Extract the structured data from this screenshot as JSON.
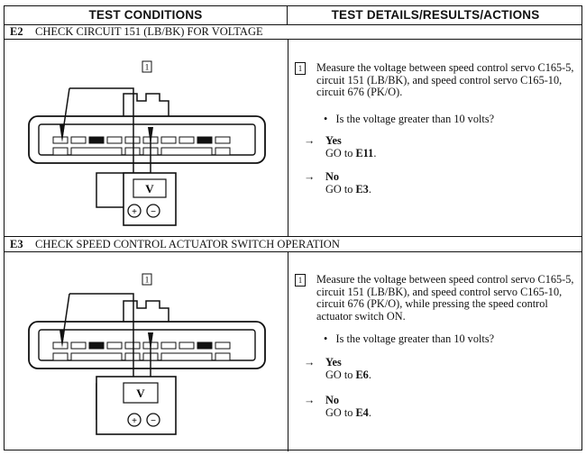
{
  "header": {
    "left": "TEST CONDITIONS",
    "right": "TEST DETAILS/RESULTS/ACTIONS"
  },
  "sections": [
    {
      "id": "E2",
      "title": "CHECK CIRCUIT 151 (LB/BK) FOR VOLTAGE",
      "step_number": "1",
      "meter_label": "V",
      "meter_plus": "+",
      "meter_minus": "−",
      "step_text": "Measure the voltage between speed control servo C165-5, circuit 151 (LB/BK), and speed control servo C165-10, circuit 676 (PK/O).",
      "question": "Is the voltage greater than 10 volts?",
      "bullet": "•",
      "arrow": "→",
      "yes_label": "Yes",
      "yes_action_prefix": "GO to ",
      "yes_target": "E11",
      "no_label": "No",
      "no_action_prefix": "GO to ",
      "no_target": "E3",
      "end_punct": "."
    },
    {
      "id": "E3",
      "title": "CHECK SPEED CONTROL ACTUATOR SWITCH OPERATION",
      "step_number": "1",
      "meter_label": "V",
      "meter_plus": "+",
      "meter_minus": "−",
      "step_text": "Measure the voltage between speed control servo C165-5, circuit 151 (LB/BK), and speed control servo C165-10, circuit 676 (PK/O), while pressing the speed control actuator switch ON.",
      "question": "Is the voltage greater than 10 volts?",
      "bullet": "•",
      "arrow": "→",
      "yes_label": "Yes",
      "yes_action_prefix": "GO to ",
      "yes_target": "E6",
      "no_label": "No",
      "no_action_prefix": "GO to ",
      "no_target": "E4",
      "end_punct": "."
    }
  ]
}
